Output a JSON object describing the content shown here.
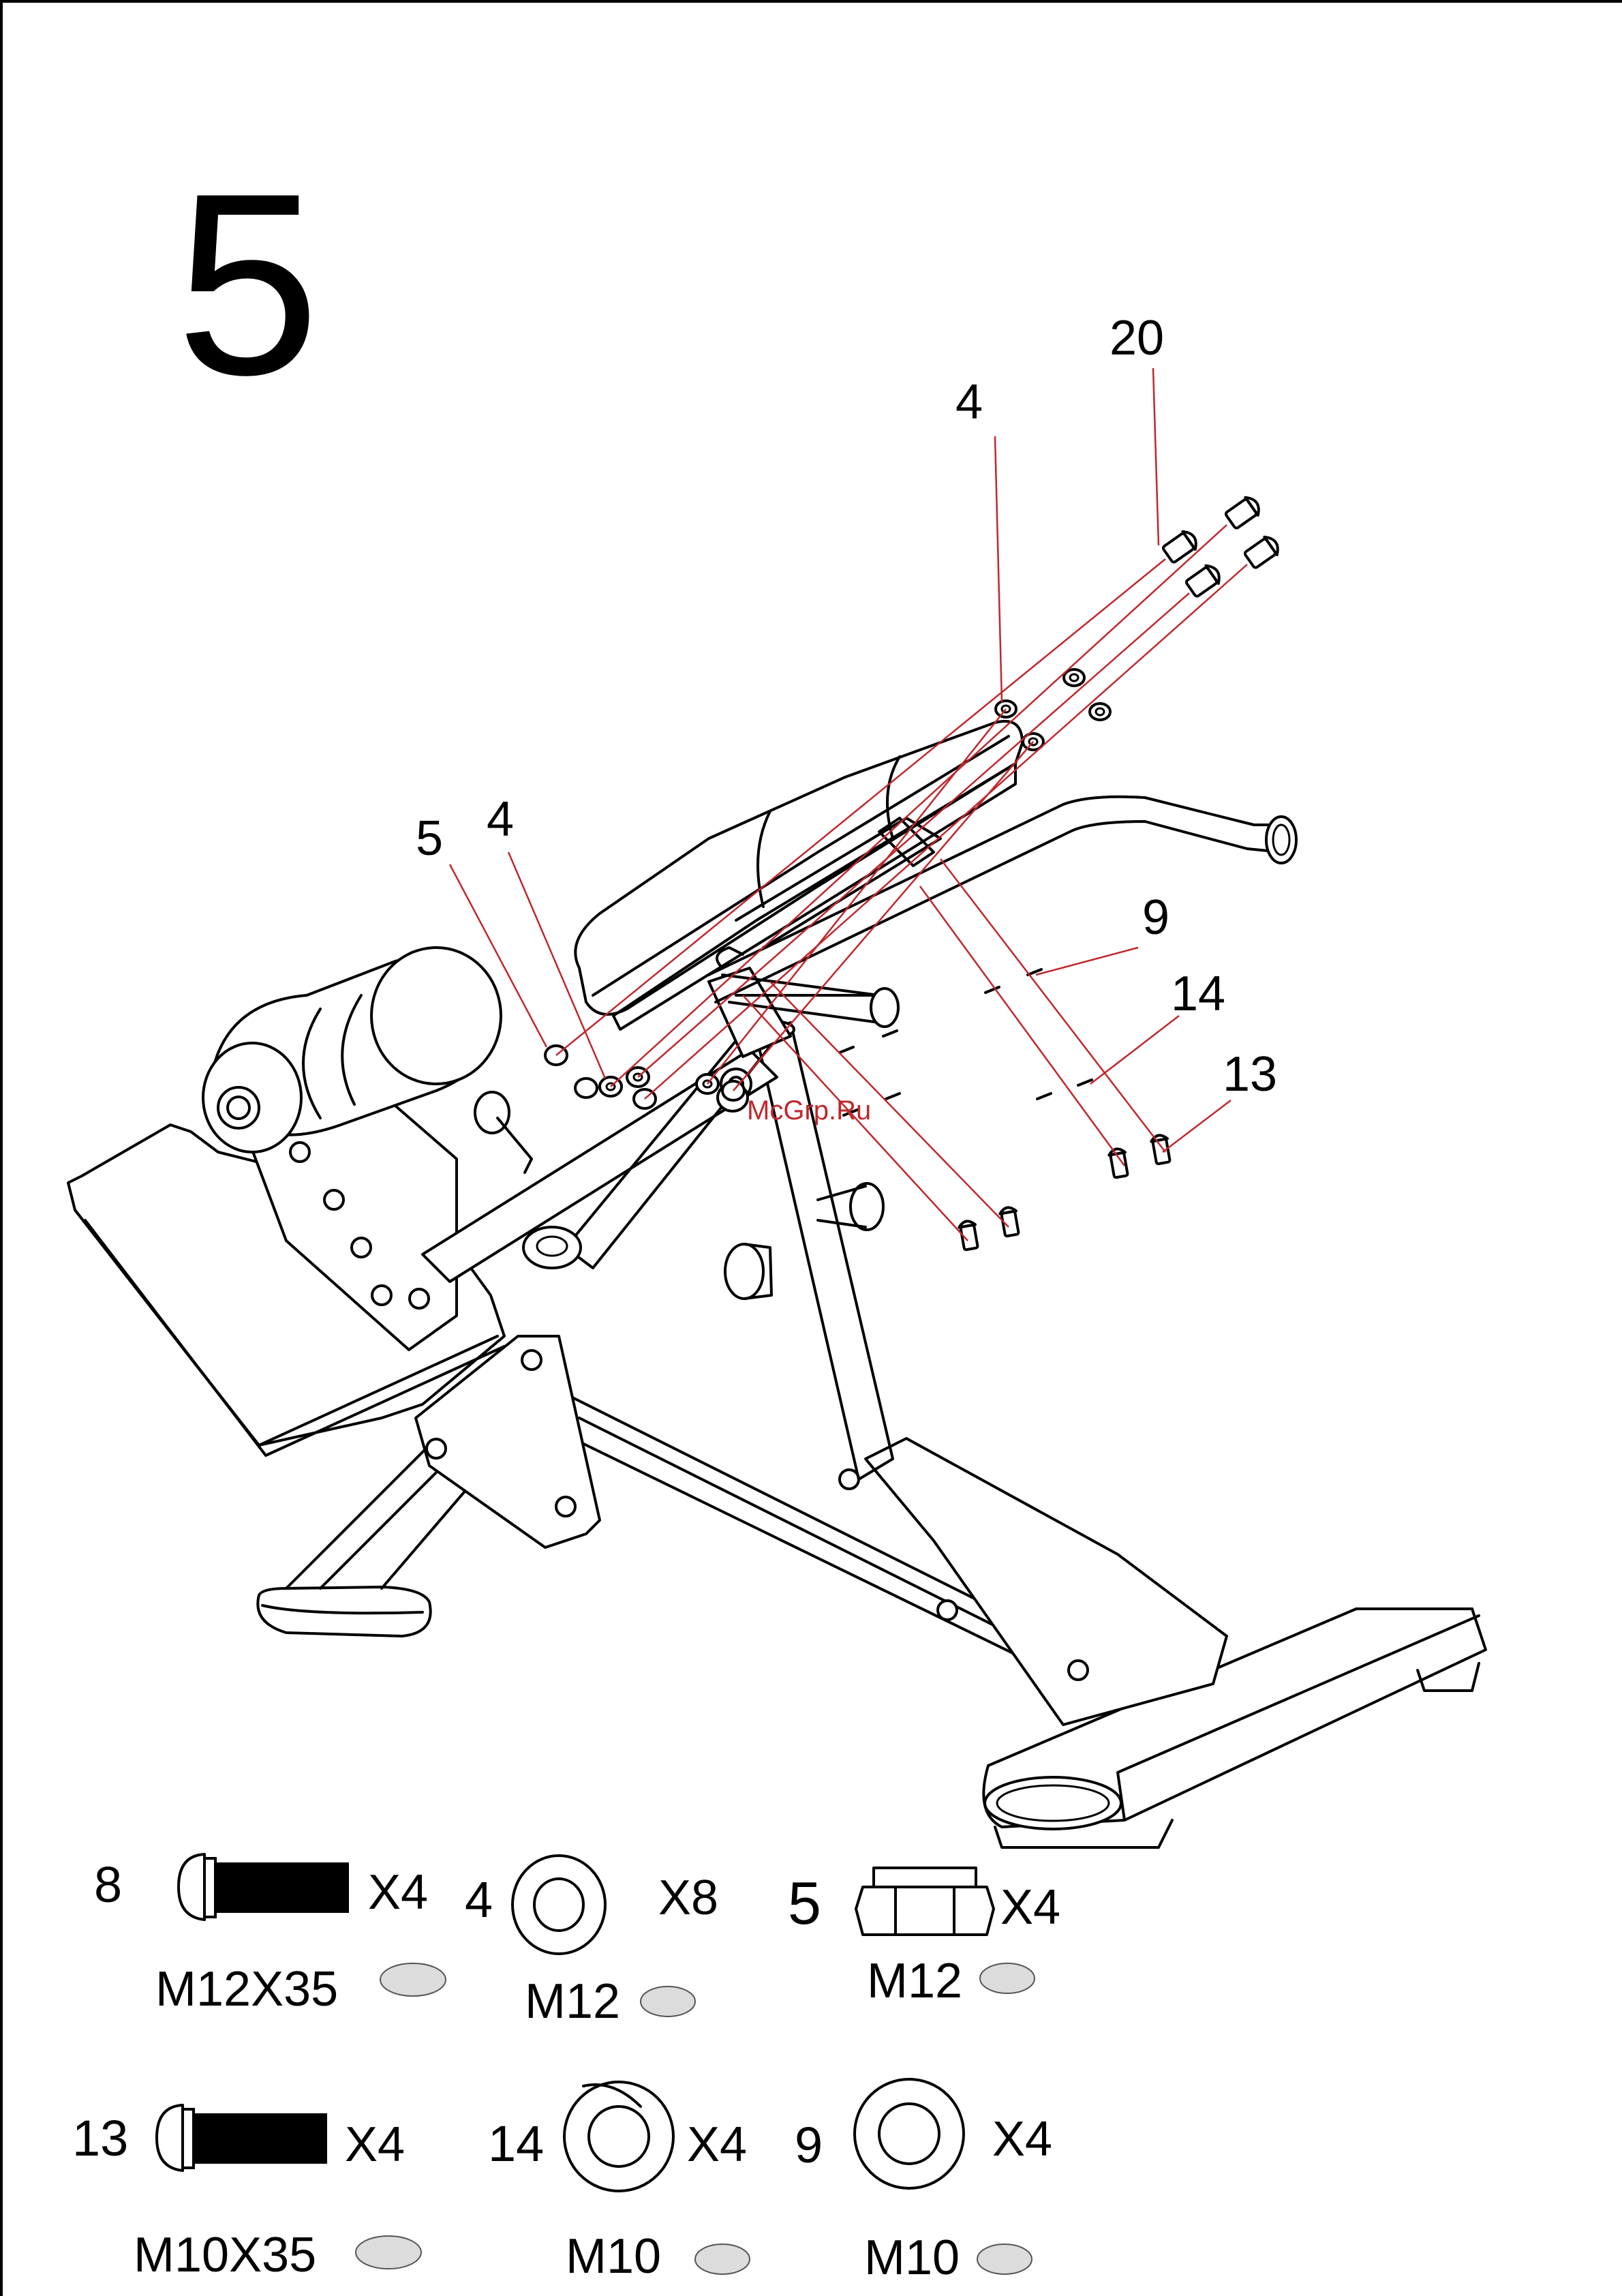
{
  "step_number": "5",
  "watermark": "McGrp.Ru",
  "callouts": {
    "c20": "20",
    "c4_top": "4",
    "c5": "5",
    "c4_left": "4",
    "c9": "9",
    "c14": "14",
    "c13": "13"
  },
  "hardware": [
    {
      "part": "8",
      "qty": "X4",
      "size": "M12X35",
      "icon": "button-head-bolt-icon"
    },
    {
      "part": "4",
      "qty": "X8",
      "size": "M12",
      "icon": "flat-washer-icon"
    },
    {
      "part": "5",
      "qty": "X4",
      "size": "M12",
      "icon": "lock-nut-icon"
    },
    {
      "part": "13",
      "qty": "X4",
      "size": "M10X35",
      "icon": "button-head-bolt-icon"
    },
    {
      "part": "14",
      "qty": "X4",
      "size": "M10",
      "icon": "spring-washer-icon"
    },
    {
      "part": "9",
      "qty": "X4",
      "size": "M10",
      "icon": "flat-washer-icon"
    }
  ],
  "colors": {
    "callout_line": "#c0272d",
    "swatch": "#dcdcdc"
  }
}
